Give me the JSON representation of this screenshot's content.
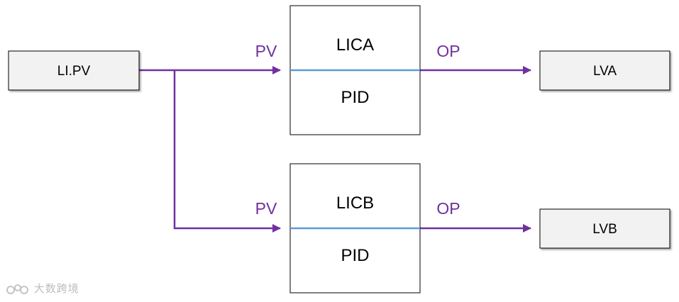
{
  "nodes": {
    "source": {
      "label": "LI.PV"
    },
    "controller_a": {
      "name": "LICA",
      "type": "PID"
    },
    "controller_b": {
      "name": "LICB",
      "type": "PID"
    },
    "valve_a": {
      "label": "LVA"
    },
    "valve_b": {
      "label": "LVB"
    }
  },
  "ports": {
    "a_in": "PV",
    "a_out": "OP",
    "b_in": "PV",
    "b_out": "OP"
  },
  "colors": {
    "connector": "#7030a0",
    "divider": "#5b9bd5",
    "gray_fill": "#f2f2f2",
    "border": "#000000"
  },
  "watermark": {
    "text": "大数跨境",
    "logo": "watermark-logo"
  }
}
